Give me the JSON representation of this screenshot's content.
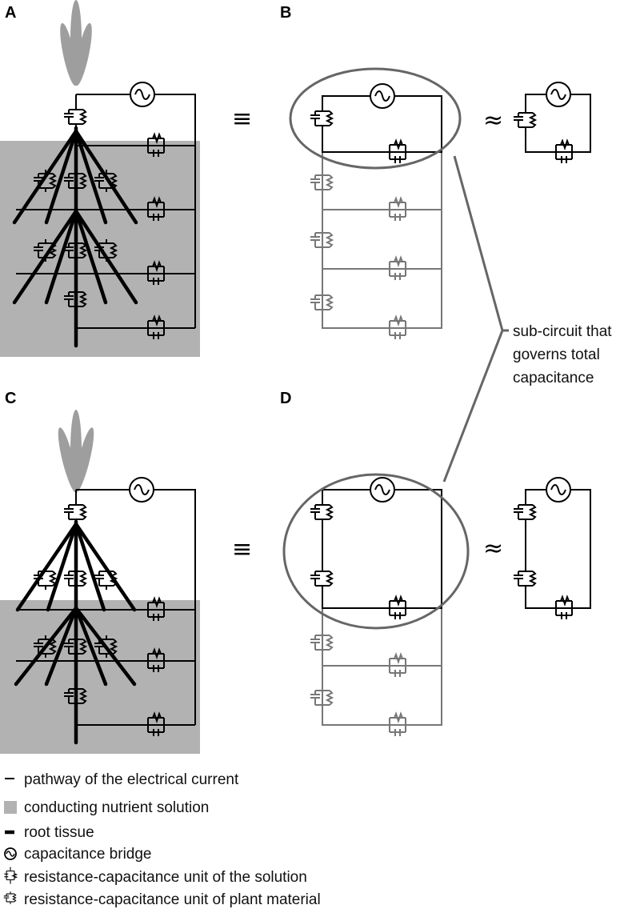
{
  "panels": {
    "a": "A",
    "b": "B",
    "c": "C",
    "d": "D"
  },
  "symbols": {
    "equivalent_top": "≡",
    "equivalent_bottom": "≡",
    "approx_top": "≈",
    "approx_bottom": "≈"
  },
  "callout": {
    "line1": "sub-circuit that",
    "line2": "governs total",
    "line3": "capacitance"
  },
  "legend": [
    {
      "icon": "thin-line-icon",
      "text": "pathway of the electrical current"
    },
    {
      "icon": "gray-square-icon",
      "text": "conducting nutrient solution"
    },
    {
      "icon": "thick-line-icon",
      "text": "root tissue"
    },
    {
      "icon": "capacitance-bridge-icon",
      "text": "capacitance bridge"
    },
    {
      "icon": "solution-rc-unit-icon",
      "text": "resistance-capacitance unit of the solution"
    },
    {
      "icon": "plant-rc-unit-icon",
      "text": "resistance-capacitance unit of plant material"
    }
  ],
  "colors": {
    "solution_gray": "#b2b2b2",
    "leaf_gray": "#9e9e9e",
    "faded_circuit": "#777777",
    "ellipse": "#666666"
  }
}
